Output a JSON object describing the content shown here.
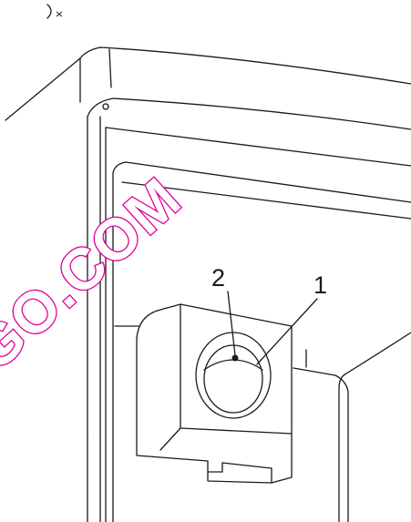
{
  "callouts": {
    "label_1": "1",
    "label_2": "2"
  },
  "watermark": {
    "text": "GO.COM",
    "color": "#e0009a"
  },
  "colors": {
    "line": "#1a1a1a",
    "lens_fill": "#ffffff"
  }
}
